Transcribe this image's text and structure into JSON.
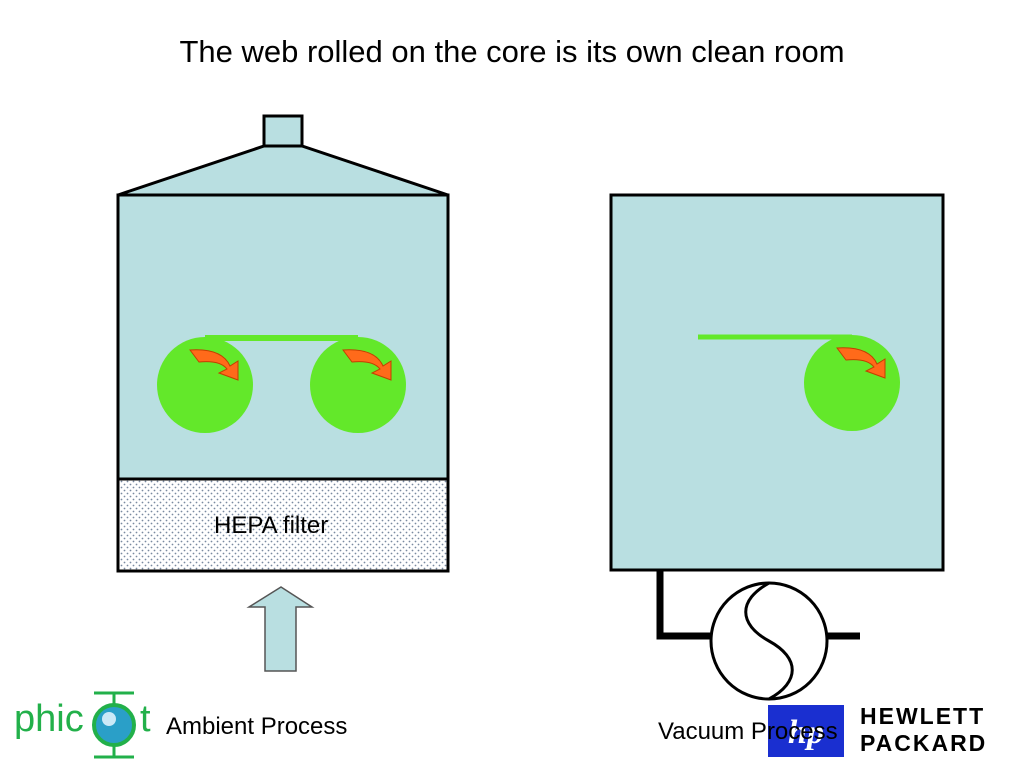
{
  "title": "The web rolled on the core is its own clean room",
  "labels": {
    "hepa": "HEPA filter",
    "ambient": "Ambient Process",
    "vacuum": "Vacuum Process"
  },
  "logos": {
    "phicot_left": "phic",
    "phicot_right": "t",
    "hp_line1": "HEWLETT",
    "hp_line2": "PACKARD",
    "hp_mark": "hp"
  },
  "colors": {
    "chamber_fill": "#b9dfe1",
    "roller_green": "#63e82a",
    "arrow_orange": "#ff6a1a",
    "outline": "#000000",
    "hp_blue": "#1a2fd0",
    "phicot_green": "#22b04a"
  },
  "icons": {
    "rotation_arrow": "curved-arrow-icon",
    "airflow_arrow": "up-arrow-icon",
    "pump": "vacuum-pump-icon"
  }
}
